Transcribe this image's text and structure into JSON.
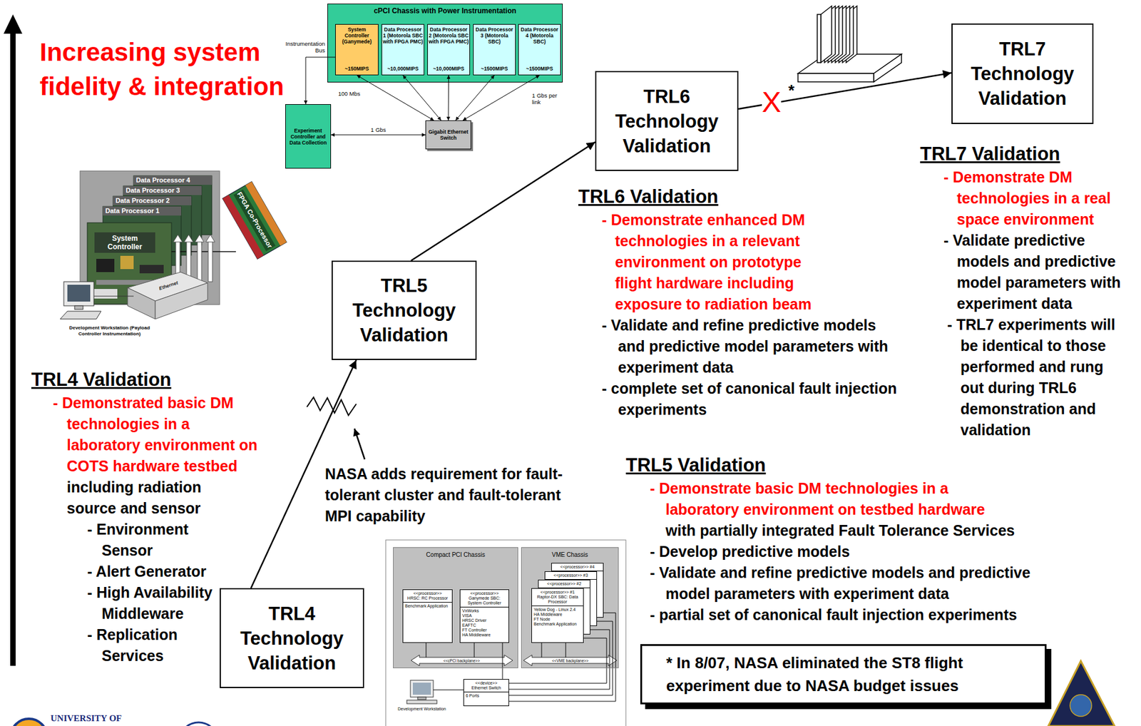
{
  "diagram": {
    "nodes": [
      {
        "text": [
          "cPCI Chassis with Power Instrumentation"
        ]
      },
      {
        "text": [
          "System Controller (Ganymede)",
          "~150MIPS"
        ],
        "in": 0
      },
      {
        "text": [
          "Data Processor 1 (Motorola SBC with FPGA PMC)",
          "~10,000MIPS"
        ],
        "in": 0
      },
      {
        "text": [
          "Data Processor 2 (Motorola SBC with FPGA PMC)",
          "~10,000MIPS"
        ],
        "in": 0
      },
      {
        "text": [
          "Data Processor 3 (Motorola SBC)",
          "~1500MIPS"
        ],
        "in": 0
      },
      {
        "text": [
          "Data Processor 4 (Motorola SBC)",
          "~1500MIPS"
        ],
        "in": 0
      },
      {
        "text": [
          "Experiment Controller and Data Collection"
        ]
      },
      {
        "text": [
          "Gigabit Ethernet Switch"
        ]
      },
      {
        "text": [
          "TRL7",
          "Technology Validation"
        ]
      },
      {
        "text": [
          "TRL6",
          "Technology Validation"
        ]
      },
      {
        "text": [
          "TRL5",
          "Technology Validation"
        ]
      },
      {
        "text": [
          "TRL4",
          "Technology Validation"
        ]
      },
      {
        "text": [
          "Compact PCI Chassis"
        ]
      },
      {
        "text": [
          "<<processor>>",
          "HRSC: RC Processor",
          "Benchmark Application"
        ],
        "in": 12
      },
      {
        "text": [
          "<<processor>>",
          "Ganymede SBC: System Controller",
          "VxWorks",
          "VISA",
          "HRSC Driver",
          "EAFTC",
          "FT Controller",
          "HA Middleware"
        ],
        "in": 12
      },
      {
        "text": [
          "VME Chassis"
        ]
      },
      {
        "text": [
          "<<processor>> #4"
        ],
        "in": 15
      },
      {
        "text": [
          "<<processor>> #3"
        ],
        "in": 15
      },
      {
        "text": [
          "<<processor>> #2"
        ],
        "in": 15
      },
      {
        "text": [
          "<<processor>> #1",
          "Raptor-DX SBC: Data Processor",
          "Yellow Dog - Linux 2.4",
          "HA Middleware",
          "FT Node",
          "Benchmark Application"
        ],
        "in": 15
      },
      {
        "text": [
          "<<device>>",
          "Ethernet Switch",
          "6 Ports"
        ]
      },
      {
        "text": [
          "* In 8/07, NASA eliminated the ST8 flight experiment due to NASA budget issues"
        ]
      }
    ],
    "edges": [
      {
        "from": 1,
        "to": 6,
        "arrow": "to",
        "label": "Instrumentation Bus"
      },
      {
        "from": 1,
        "to": 7,
        "arrow": "both"
      },
      {
        "from": 2,
        "to": 7,
        "arrow": "both"
      },
      {
        "from": 3,
        "to": 7,
        "arrow": "both"
      },
      {
        "from": 4,
        "to": 7,
        "arrow": "both"
      },
      {
        "from": 5,
        "to": 7,
        "arrow": "both"
      },
      {
        "from": 6,
        "to": 7,
        "arrow": "both",
        "label": "1 Gbs"
      },
      {
        "from": 11,
        "to": 10,
        "arrow": "to"
      },
      {
        "from": 10,
        "to": 9,
        "arrow": "to"
      },
      {
        "from": 9,
        "to": 8,
        "arrow": "to"
      },
      {
        "from": 14,
        "to": 20,
        "arrow": "none"
      },
      {
        "from": 19,
        "to": 20,
        "arrow": "none"
      },
      {
        "from": 18,
        "to": 20,
        "arrow": "none"
      },
      {
        "from": 17,
        "to": 20,
        "arrow": "none"
      },
      {
        "from": 16,
        "to": 20,
        "arrow": "none"
      }
    ],
    "labels": [
      "Increasing system fidelity & integration",
      "100 Mbs",
      "1 Gbs per link",
      "Data Processor 4",
      "Data Processor 3",
      "Data Processor 2",
      "Data Processor 1",
      "System Controller",
      "FPGA Co-Processor",
      "Ethernet",
      "Development Workstation (Payload Controller Instrumentation)",
      "X",
      "*",
      "TRL6 Validation",
      "- Demonstrate enhanced DM technologies in a relevant environment on prototype flight hardware including exposure to radiation beam",
      "- Validate and refine predictive models and predictive model parameters with experiment data",
      "- complete set of canonical fault injection experiments",
      "TRL7 Validation",
      "- Demonstrate DM technologies in a real space environment",
      "- Validate predictive models and predictive model parameters with experiment data",
      "- TRL7 experiments will be identical to those performed and rung out during TRL6 demonstration and validation",
      "TRL4 Validation",
      "- Demonstrated basic DM technologies in a laboratory environment on COTS hardware testbed",
      "including radiation source and sensor",
      "- Environment Sensor",
      "- Alert Generator",
      "- High Availability Middleware",
      "- Replication Services",
      "NASA adds requirement for fault-tolerant cluster and fault-tolerant MPI capability",
      "TRL5 Validation",
      "- Demonstrate basic DM technologies in a laboratory environment on testbed hardware",
      "with partially integrated Fault Tolerance Services",
      "- Develop predictive models",
      "- Validate and refine predictive models and predictive model parameters with experiment data",
      "- partial set of canonical fault injection experiments",
      "<<cPCI backplane>>",
      "<<VME backplane>>",
      "Development Workstation",
      "UNIVERSITY OF"
    ]
  }
}
